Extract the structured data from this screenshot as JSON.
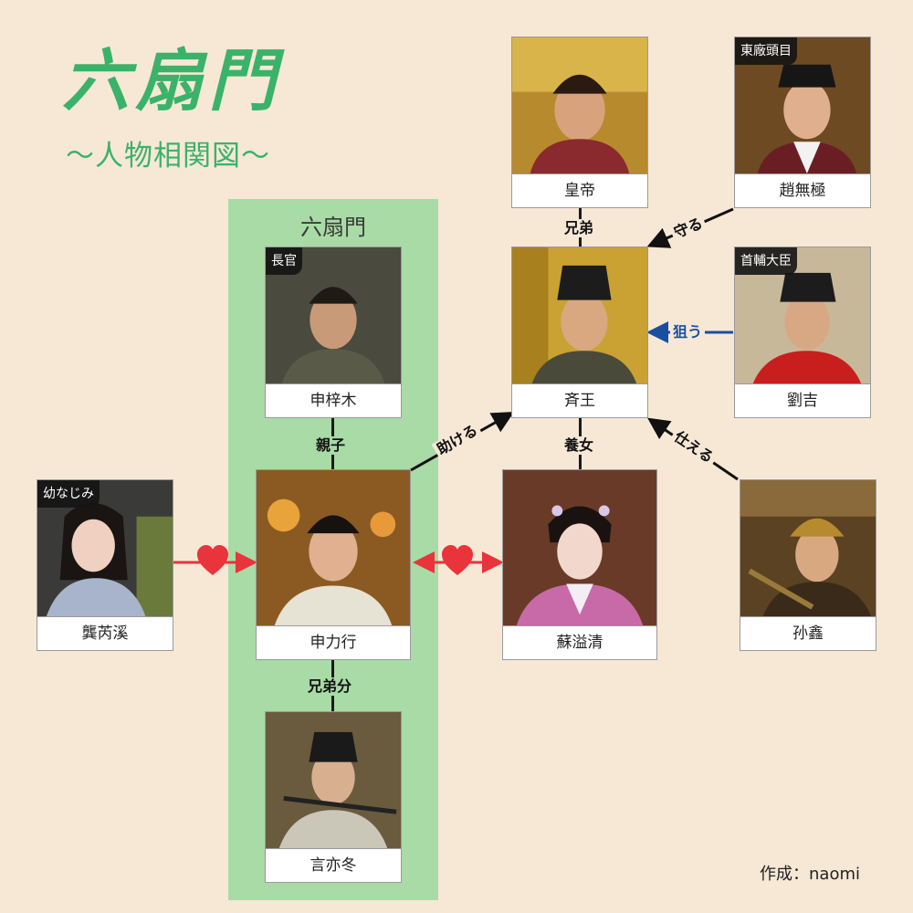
{
  "header": {
    "title": "六扇門",
    "subtitle": "〜人物相関図〜"
  },
  "group": {
    "label": "六扇門"
  },
  "characters": {
    "huangdi": {
      "name": "皇帝"
    },
    "zhao": {
      "name": "趙無極",
      "tag": "東廠頭目"
    },
    "qiwang": {
      "name": "斉王"
    },
    "liu": {
      "name": "劉吉",
      "tag": "首輔大臣"
    },
    "shenzimu": {
      "name": "申梓木",
      "tag": "長官"
    },
    "shenlixing": {
      "name": "申力行"
    },
    "gong": {
      "name": "龔芮溪",
      "tag": "幼なじみ"
    },
    "su": {
      "name": "蘇溢清"
    },
    "sun": {
      "name": "孙鑫"
    },
    "yan": {
      "name": "言亦冬"
    }
  },
  "relations": {
    "brothers": "兄弟",
    "protects": "守る",
    "targets": "狙う",
    "helps": "助ける",
    "adopted_daughter": "養女",
    "serves": "仕える",
    "parent_child": "親子",
    "sworn_brothers": "兄弟分"
  },
  "colors": {
    "title_green": "#3bb26a",
    "group_green": "#a8dba6",
    "heart_red": "#e8343a",
    "target_blue": "#1a4fa0"
  },
  "credit": "作成：naomi"
}
